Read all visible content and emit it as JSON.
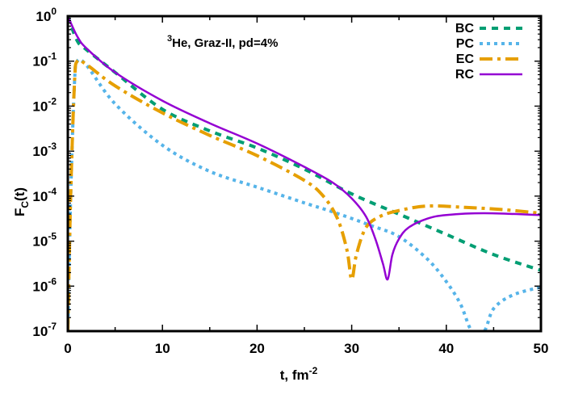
{
  "chart_data": {
    "type": "line",
    "title": "3He, Graz-II, pd=4%",
    "annotation": {
      "superscript": "3",
      "text": "He, Graz-II, pd=4%"
    },
    "xlabel": "t, fm^-2",
    "xlabel_parts": {
      "base": "t, fm",
      "sup": "-2"
    },
    "ylabel": "F_C(t)",
    "ylabel_parts": {
      "base": "F",
      "sub": "C",
      "rest": "(t)"
    },
    "xlim": [
      0,
      50
    ],
    "ylim": [
      1e-07,
      1
    ],
    "yscale": "log",
    "x_ticks": [
      "0",
      "10",
      "20",
      "30",
      "40",
      "50"
    ],
    "y_ticks": [
      {
        "base": "10",
        "exp": "0"
      },
      {
        "base": "10",
        "exp": "-1"
      },
      {
        "base": "10",
        "exp": "-2"
      },
      {
        "base": "10",
        "exp": "-3"
      },
      {
        "base": "10",
        "exp": "-4"
      },
      {
        "base": "10",
        "exp": "-5"
      },
      {
        "base": "10",
        "exp": "-6"
      },
      {
        "base": "10",
        "exp": "-7"
      }
    ],
    "grid": false,
    "legend_position": "top-right",
    "series": [
      {
        "name": "BC",
        "color": "#009e73",
        "style": "dashed",
        "x": [
          0,
          1,
          2,
          5,
          10,
          15,
          20,
          25,
          30,
          35,
          40,
          45,
          50
        ],
        "log10_y": [
          0,
          -0.55,
          -0.75,
          -1.25,
          -2.07,
          -2.55,
          -2.93,
          -3.4,
          -3.95,
          -4.4,
          -4.85,
          -5.3,
          -5.65
        ]
      },
      {
        "name": "PC",
        "color": "#56b4e9",
        "style": "dotted",
        "x": [
          0,
          0.3,
          0.7,
          1,
          2,
          5,
          10,
          15,
          20,
          25,
          28,
          32,
          35,
          38,
          40,
          41.5,
          42.7,
          44,
          45,
          47,
          50
        ],
        "log10_y": [
          -7,
          -4,
          -1.5,
          -1.0,
          -1.1,
          -1.95,
          -2.87,
          -3.45,
          -3.8,
          -4.15,
          -4.35,
          -4.65,
          -4.9,
          -5.4,
          -5.9,
          -6.4,
          -7,
          -7,
          -6.5,
          -6.2,
          -6.02
        ]
      },
      {
        "name": "EC",
        "color": "#e69f00",
        "style": "dashdot",
        "x": [
          0,
          0.3,
          0.7,
          1,
          2,
          5,
          10,
          15,
          20,
          25,
          27,
          28.5,
          29.5,
          30,
          30.5,
          31.5,
          33,
          35,
          38,
          42,
          46,
          50
        ],
        "log10_y": [
          -7,
          -4,
          -1.5,
          -1.0,
          -1.08,
          -1.55,
          -2.15,
          -2.65,
          -3.1,
          -3.65,
          -4.0,
          -4.5,
          -5.2,
          -5.85,
          -5.3,
          -4.7,
          -4.45,
          -4.32,
          -4.22,
          -4.25,
          -4.3,
          -4.38
        ]
      },
      {
        "name": "RC",
        "color": "#9400d3",
        "style": "solid",
        "x": [
          0,
          1,
          2,
          5,
          10,
          15,
          20,
          25,
          28,
          30,
          31.5,
          32.5,
          33.3,
          33.8,
          34.3,
          35,
          36,
          38,
          40,
          44,
          50
        ],
        "log10_y": [
          0,
          -0.45,
          -0.72,
          -1.25,
          -1.88,
          -2.38,
          -2.83,
          -3.35,
          -3.7,
          -4.05,
          -4.45,
          -4.95,
          -5.5,
          -5.85,
          -5.3,
          -4.95,
          -4.7,
          -4.5,
          -4.42,
          -4.38,
          -4.42
        ]
      }
    ]
  }
}
